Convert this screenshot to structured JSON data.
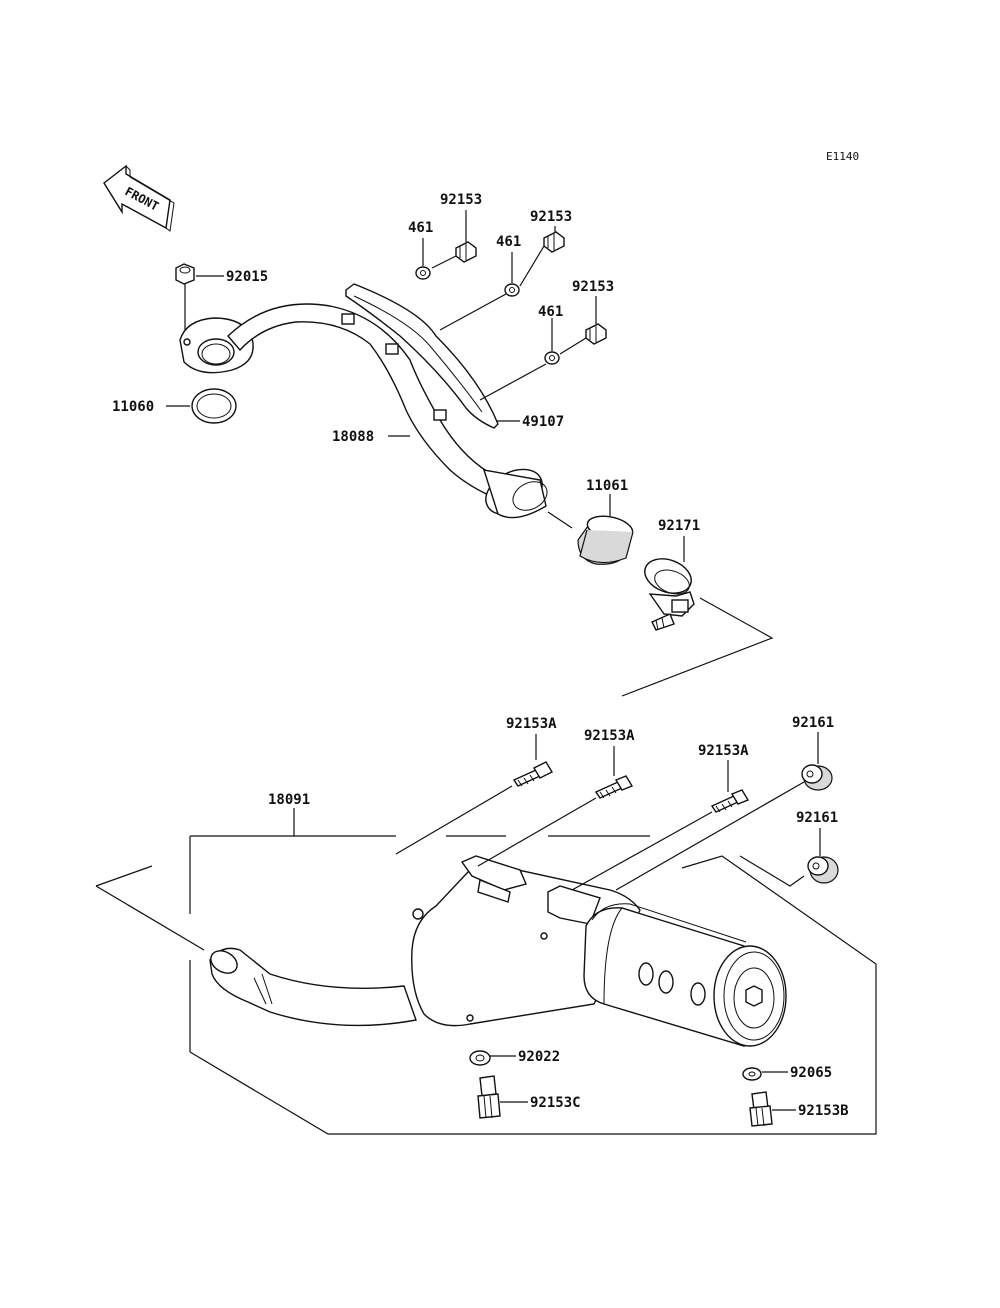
{
  "diagram": {
    "code": "E1140",
    "front_label": "FRONT",
    "parts": {
      "p92015": "92015",
      "p11060": "11060",
      "p18088": "18088",
      "p461_a": "461",
      "p461_b": "461",
      "p461_c": "461",
      "p92153_a": "92153",
      "p92153_b": "92153",
      "p92153_c": "92153",
      "p49107": "49107",
      "p11061": "11061",
      "p92171": "92171",
      "p92153A_a": "92153A",
      "p92153A_b": "92153A",
      "p92153A_c": "92153A",
      "p92161_a": "92161",
      "p92161_b": "92161",
      "p18091": "18091",
      "p92022": "92022",
      "p92153C": "92153C",
      "p92065": "92065",
      "p92153B": "92153B"
    }
  }
}
